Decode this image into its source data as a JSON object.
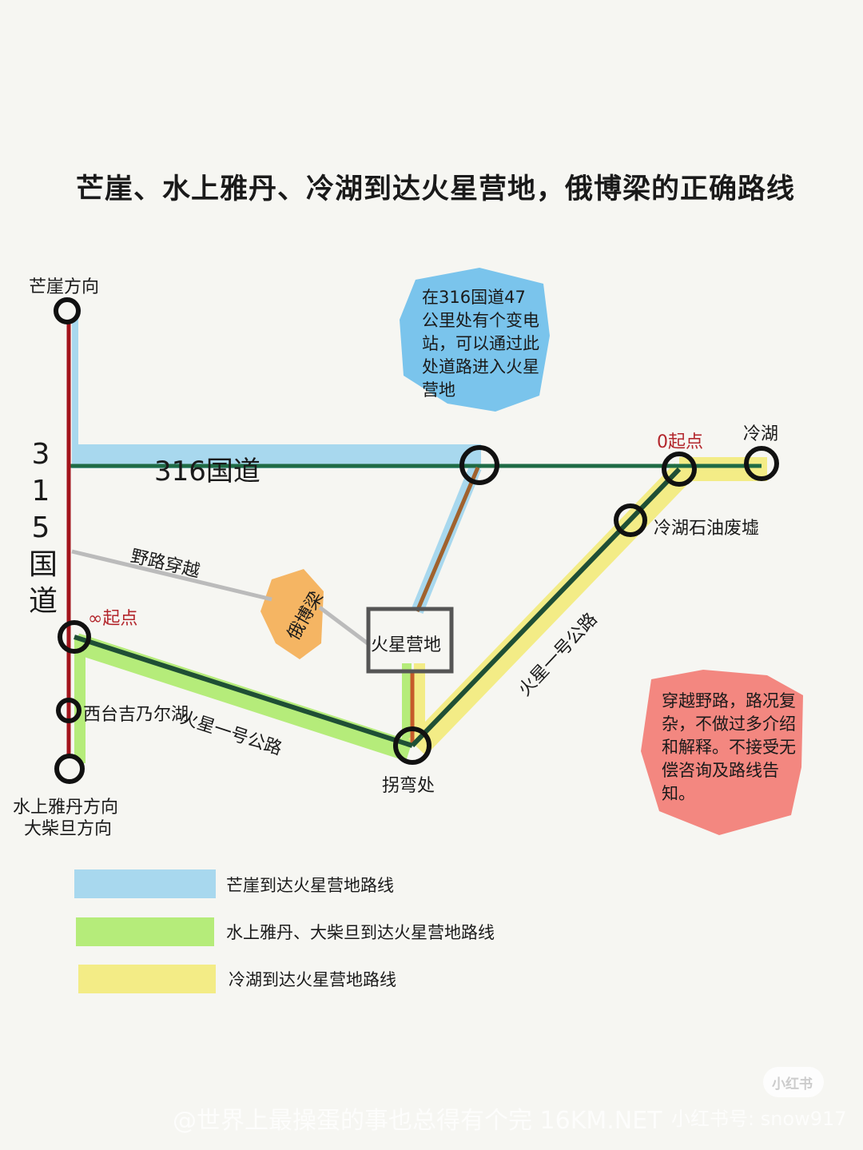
{
  "title": "芒崖、水上雅丹、冷湖到达火星营地，俄博梁的正确路线",
  "labels": {
    "mangya_dir": "芒崖方向",
    "road_315": "315国道",
    "road_315_chars": [
      "3",
      "1",
      "5",
      "国",
      "道"
    ],
    "road_316": "316国道",
    "start_inf": "∞起点",
    "xitaiji": "西台吉乃尔湖",
    "yardang_dir": "水上雅丹方向",
    "chaidan_dir": "大柴旦方向",
    "mars_road_1": "火星一号公路",
    "mars_road_2": "火星一号公路",
    "offroad": "野路穿越",
    "eboliang": "俄博梁",
    "mars_camp": "火星营地",
    "turn": "拐弯处",
    "start_zero": "0起点",
    "lenghu": "冷湖",
    "lenghu_ruins": "冷湖石油废墟"
  },
  "notes": {
    "substation": "在316国道47公里处有个变电站，可以通过此处道路进入火星营地",
    "disclaimer": "穿越野路，路况复杂，不做过多介绍和解释。不接受无偿咨询及路线告知。"
  },
  "legend": [
    {
      "label": "芒崖到达火星营地路线",
      "color": "#a8d8ee"
    },
    {
      "label": "水上雅丹、大柴旦到达火星营地路线",
      "color": "#b5ec7a"
    },
    {
      "label": "冷湖到达火星营地路线",
      "color": "#f3ec86"
    }
  ],
  "colors": {
    "road315": "#a3141c",
    "road316": "#1f6b45",
    "mars_road": "#1f4f35",
    "camp_link": "#a0622e"
  },
  "watermark": {
    "badge": "小红书",
    "text": "@世界上最操蛋的事也总得有个完 16KM.NET",
    "id": "小红书号: snow917"
  }
}
